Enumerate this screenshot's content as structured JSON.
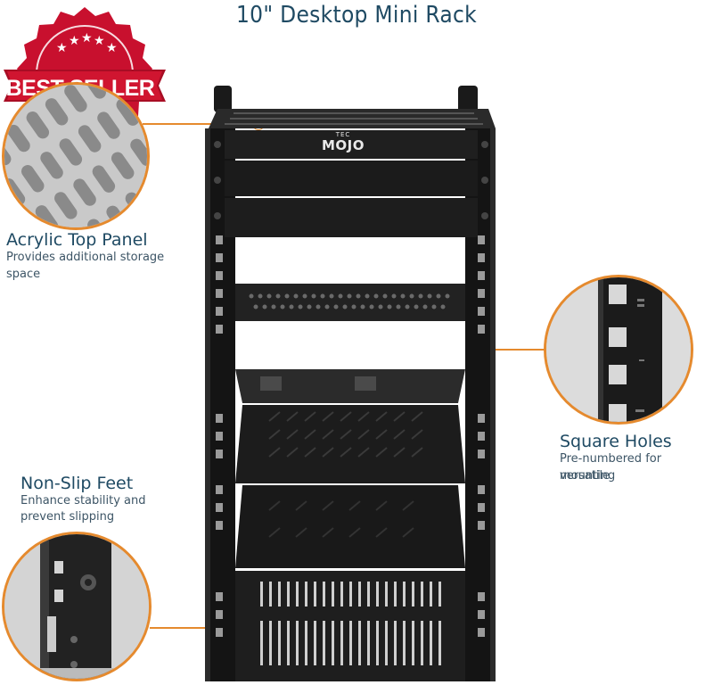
{
  "title": "10\" Desktop Mini Rack",
  "badge": {
    "label": "BEST SELLER",
    "color": "#c8102e"
  },
  "brand": {
    "small": "TEC",
    "name": "MOJO"
  },
  "callouts": {
    "top_panel": {
      "title": "Acrylic Top Panel",
      "desc_line1": "Provides additional storage",
      "desc_line2": "space"
    },
    "square_holes": {
      "title": "Square Holes",
      "desc_line1": "Pre-numbered for versatile",
      "desc_line2": "mounting"
    },
    "feet": {
      "title": "Non-Slip Feet",
      "desc_line1": "Enhance stability and",
      "desc_line2": "prevent slipping"
    }
  },
  "accent_color": "#e58a2e"
}
